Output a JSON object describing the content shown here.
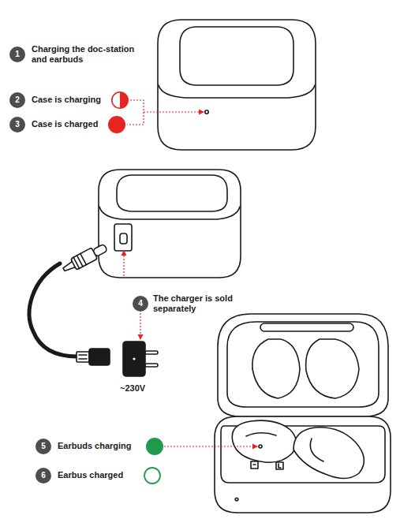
{
  "diagram": {
    "nodes": [
      {
        "text": [
          "1"
        ]
      },
      {
        "text": [
          "2"
        ]
      },
      {
        "text": [
          "3"
        ]
      },
      {
        "text": [
          "4"
        ]
      },
      {
        "text": [
          "5"
        ]
      },
      {
        "text": [
          "6"
        ]
      }
    ],
    "labels": [
      "Charging the doc-station and earbuds",
      "The charger is sold separately",
      "~230V"
    ],
    "legend": [
      {
        "text": "Case is charging"
      },
      {
        "text": "Case is charged",
        "color": "#e52521"
      },
      {
        "text": "Earbuds charging",
        "color": "#1f9a4b"
      },
      {
        "text": "Earbus charged"
      }
    ]
  }
}
